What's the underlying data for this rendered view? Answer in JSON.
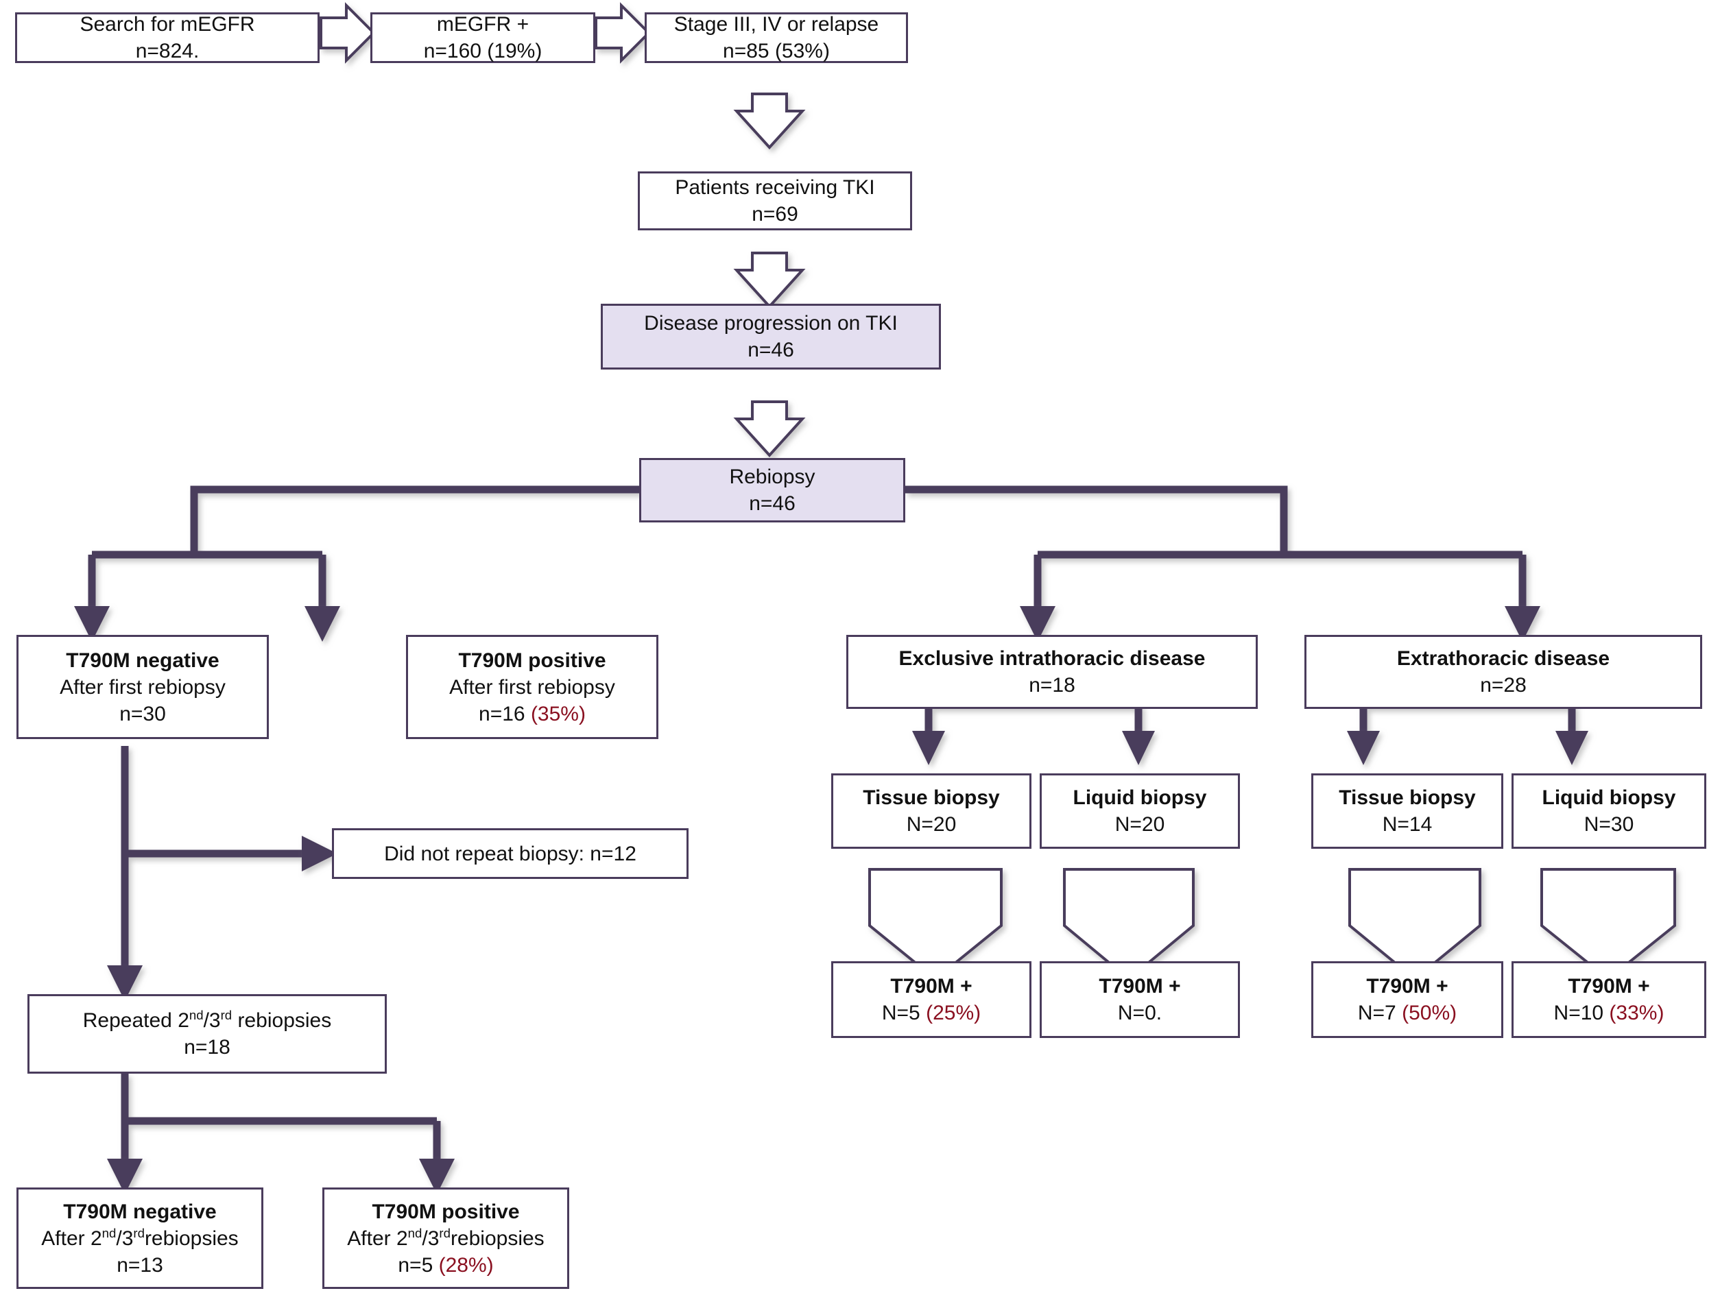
{
  "diagram": {
    "title": "EGFR mutation rebiopsy T790M flowchart",
    "colors": {
      "border": "#4a3c5c",
      "shaded_fill": "#e4dff0",
      "percent_text": "#8a1020",
      "text": "#111111",
      "background": "#ffffff"
    }
  },
  "nodes": {
    "search": {
      "line1": "Search for mEGFR",
      "line2": "n=824."
    },
    "megfr_pos": {
      "line1": "mEGFR +",
      "line2": "n=160 (19%)"
    },
    "stage": {
      "line1": "Stage III, IV or relapse",
      "line2": "n=85 (53%)"
    },
    "tki": {
      "line1": "Patients receiving TKI",
      "line2": "n=69"
    },
    "progression": {
      "line1": "Disease progression on TKI",
      "line2": "n=46"
    },
    "rebiopsy": {
      "line1": "Rebiopsy",
      "line2": "n=46"
    },
    "t790m_neg_first": {
      "line1": "T790M negative",
      "line2": "After first rebiopsy",
      "line3": "n=30"
    },
    "t790m_pos_first": {
      "line1": "T790M positive",
      "line2": "After first rebiopsy",
      "line3_prefix": "n=16 ",
      "line3_pct": "(35%)"
    },
    "no_repeat": {
      "line1": "Did not repeat biopsy: n=12"
    },
    "repeated": {
      "line1_a": "Repeated 2",
      "line1_sup1": "nd",
      "line1_b": "/3",
      "line1_sup2": "rd",
      "line1_c": " rebiopsies",
      "line2": "n=18"
    },
    "t790m_neg_second": {
      "line1": "T790M negative",
      "line2_a": "After 2",
      "line2_sup1": "nd",
      "line2_b": "/3",
      "line2_sup2": "rd",
      "line2_c": "rebiopsies",
      "line3": "n=13"
    },
    "t790m_pos_second": {
      "line1": "T790M positive",
      "line2_a": "After 2",
      "line2_sup1": "nd",
      "line2_b": "/3",
      "line2_sup2": "rd",
      "line2_c": "rebiopsies",
      "line3_prefix": "n=5 ",
      "line3_pct": "(28%)"
    },
    "intrathoracic": {
      "line1": "Exclusive intrathoracic disease",
      "line2": "n=18"
    },
    "extrathoracic": {
      "line1": "Extrathoracic disease",
      "line2": "n=28"
    },
    "tissue_intra": {
      "line1": "Tissue biopsy",
      "line2": "N=20"
    },
    "liquid_intra": {
      "line1": "Liquid biopsy",
      "line2": "N=20"
    },
    "tissue_extra": {
      "line1": "Tissue biopsy",
      "line2": "N=14"
    },
    "liquid_extra": {
      "line1": "Liquid biopsy",
      "line2": "N=30"
    },
    "t790m_tissue_intra": {
      "line1": "T790M +",
      "line2_prefix": "N=5 ",
      "line2_pct": "(25%)"
    },
    "t790m_liquid_intra": {
      "line1": "T790M +",
      "line2_prefix": "N=0.",
      "line2_pct": ""
    },
    "t790m_tissue_extra": {
      "line1": "T790M +",
      "line2_prefix": "N=7 ",
      "line2_pct": "(50%)"
    },
    "t790m_liquid_extra": {
      "line1": "T790M +",
      "line2_prefix": "N=10 ",
      "line2_pct": "(33%)"
    }
  },
  "connectors": {
    "arrow_search_to_megfr": "block-arrow-right",
    "arrow_megfr_to_stage": "block-arrow-right",
    "arrow_stage_to_tki": "block-arrow-down",
    "arrow_tki_to_progression": "block-arrow-down",
    "arrow_progression_to_rebiopsy": "block-arrow-down",
    "arrow_tissue_intra_to_result": "pentagon-arrow-down",
    "arrow_liquid_intra_to_result": "pentagon-arrow-down",
    "arrow_tissue_extra_to_result": "pentagon-arrow-down",
    "arrow_liquid_extra_to_result": "pentagon-arrow-down"
  }
}
